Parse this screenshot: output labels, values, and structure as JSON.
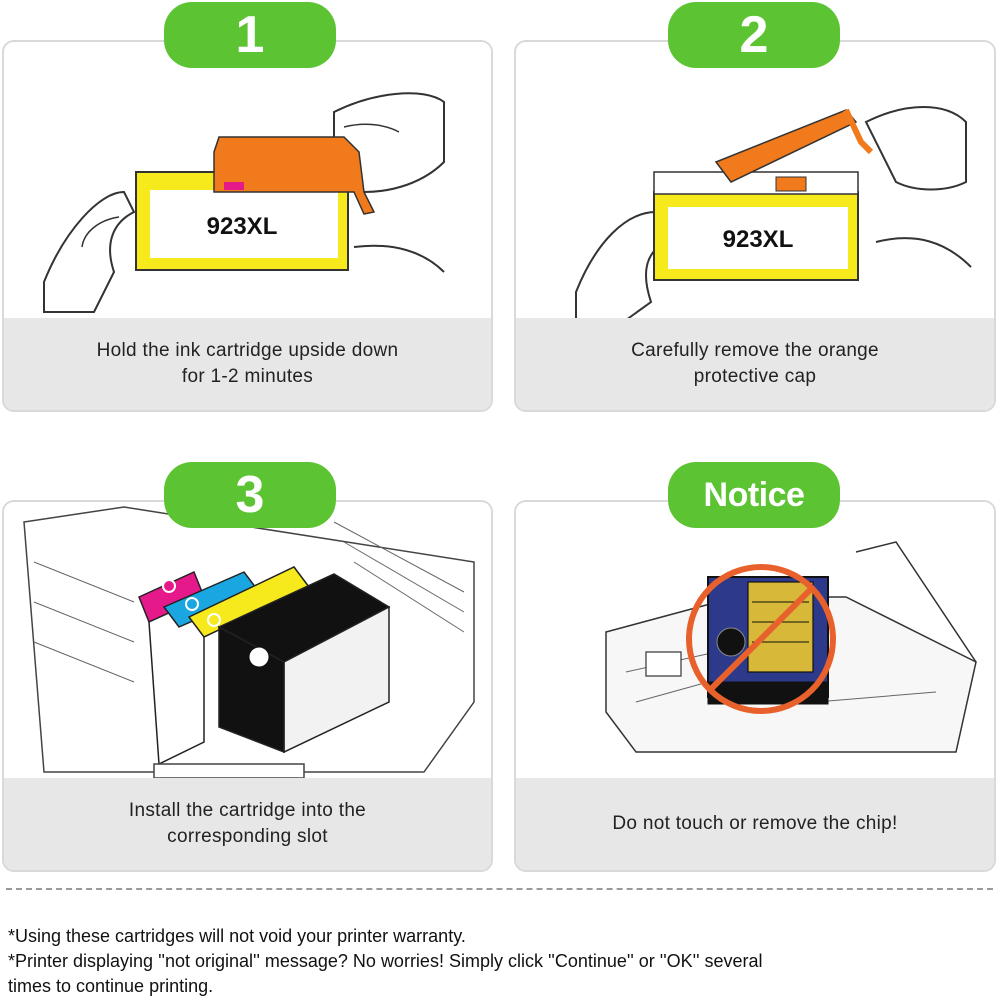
{
  "steps": [
    {
      "badge": "1",
      "label": "923XL",
      "caption": [
        "Hold the ink cartridge upside down",
        "for 1-2 minutes"
      ]
    },
    {
      "badge": "2",
      "label": "923XL",
      "caption": [
        "Carefully remove the orange",
        "protective cap"
      ]
    },
    {
      "badge": "3",
      "caption": [
        "Install the cartridge into the",
        "corresponding slot"
      ]
    },
    {
      "badge": "Notice",
      "caption": [
        "Do not touch or remove the chip!"
      ]
    }
  ],
  "notes": {
    "line1": "*Using these cartridges will not void your printer warranty.",
    "line2": "*Printer displaying ''not original'' message? No worries! Simply click ''Continue'' or ''OK'' several",
    "line3": "times to continue printing."
  },
  "colors": {
    "badge_green": "#5cc433",
    "caption_bg": "#e7e7e7",
    "card_border": "#d9d9d9",
    "cartridge_yellow": "#f7ea1c",
    "cap_orange": "#f07a1c",
    "cyan": "#1aa6e0",
    "magenta": "#e6198a",
    "black": "#111111",
    "prohibit_orange": "#e8612c"
  }
}
